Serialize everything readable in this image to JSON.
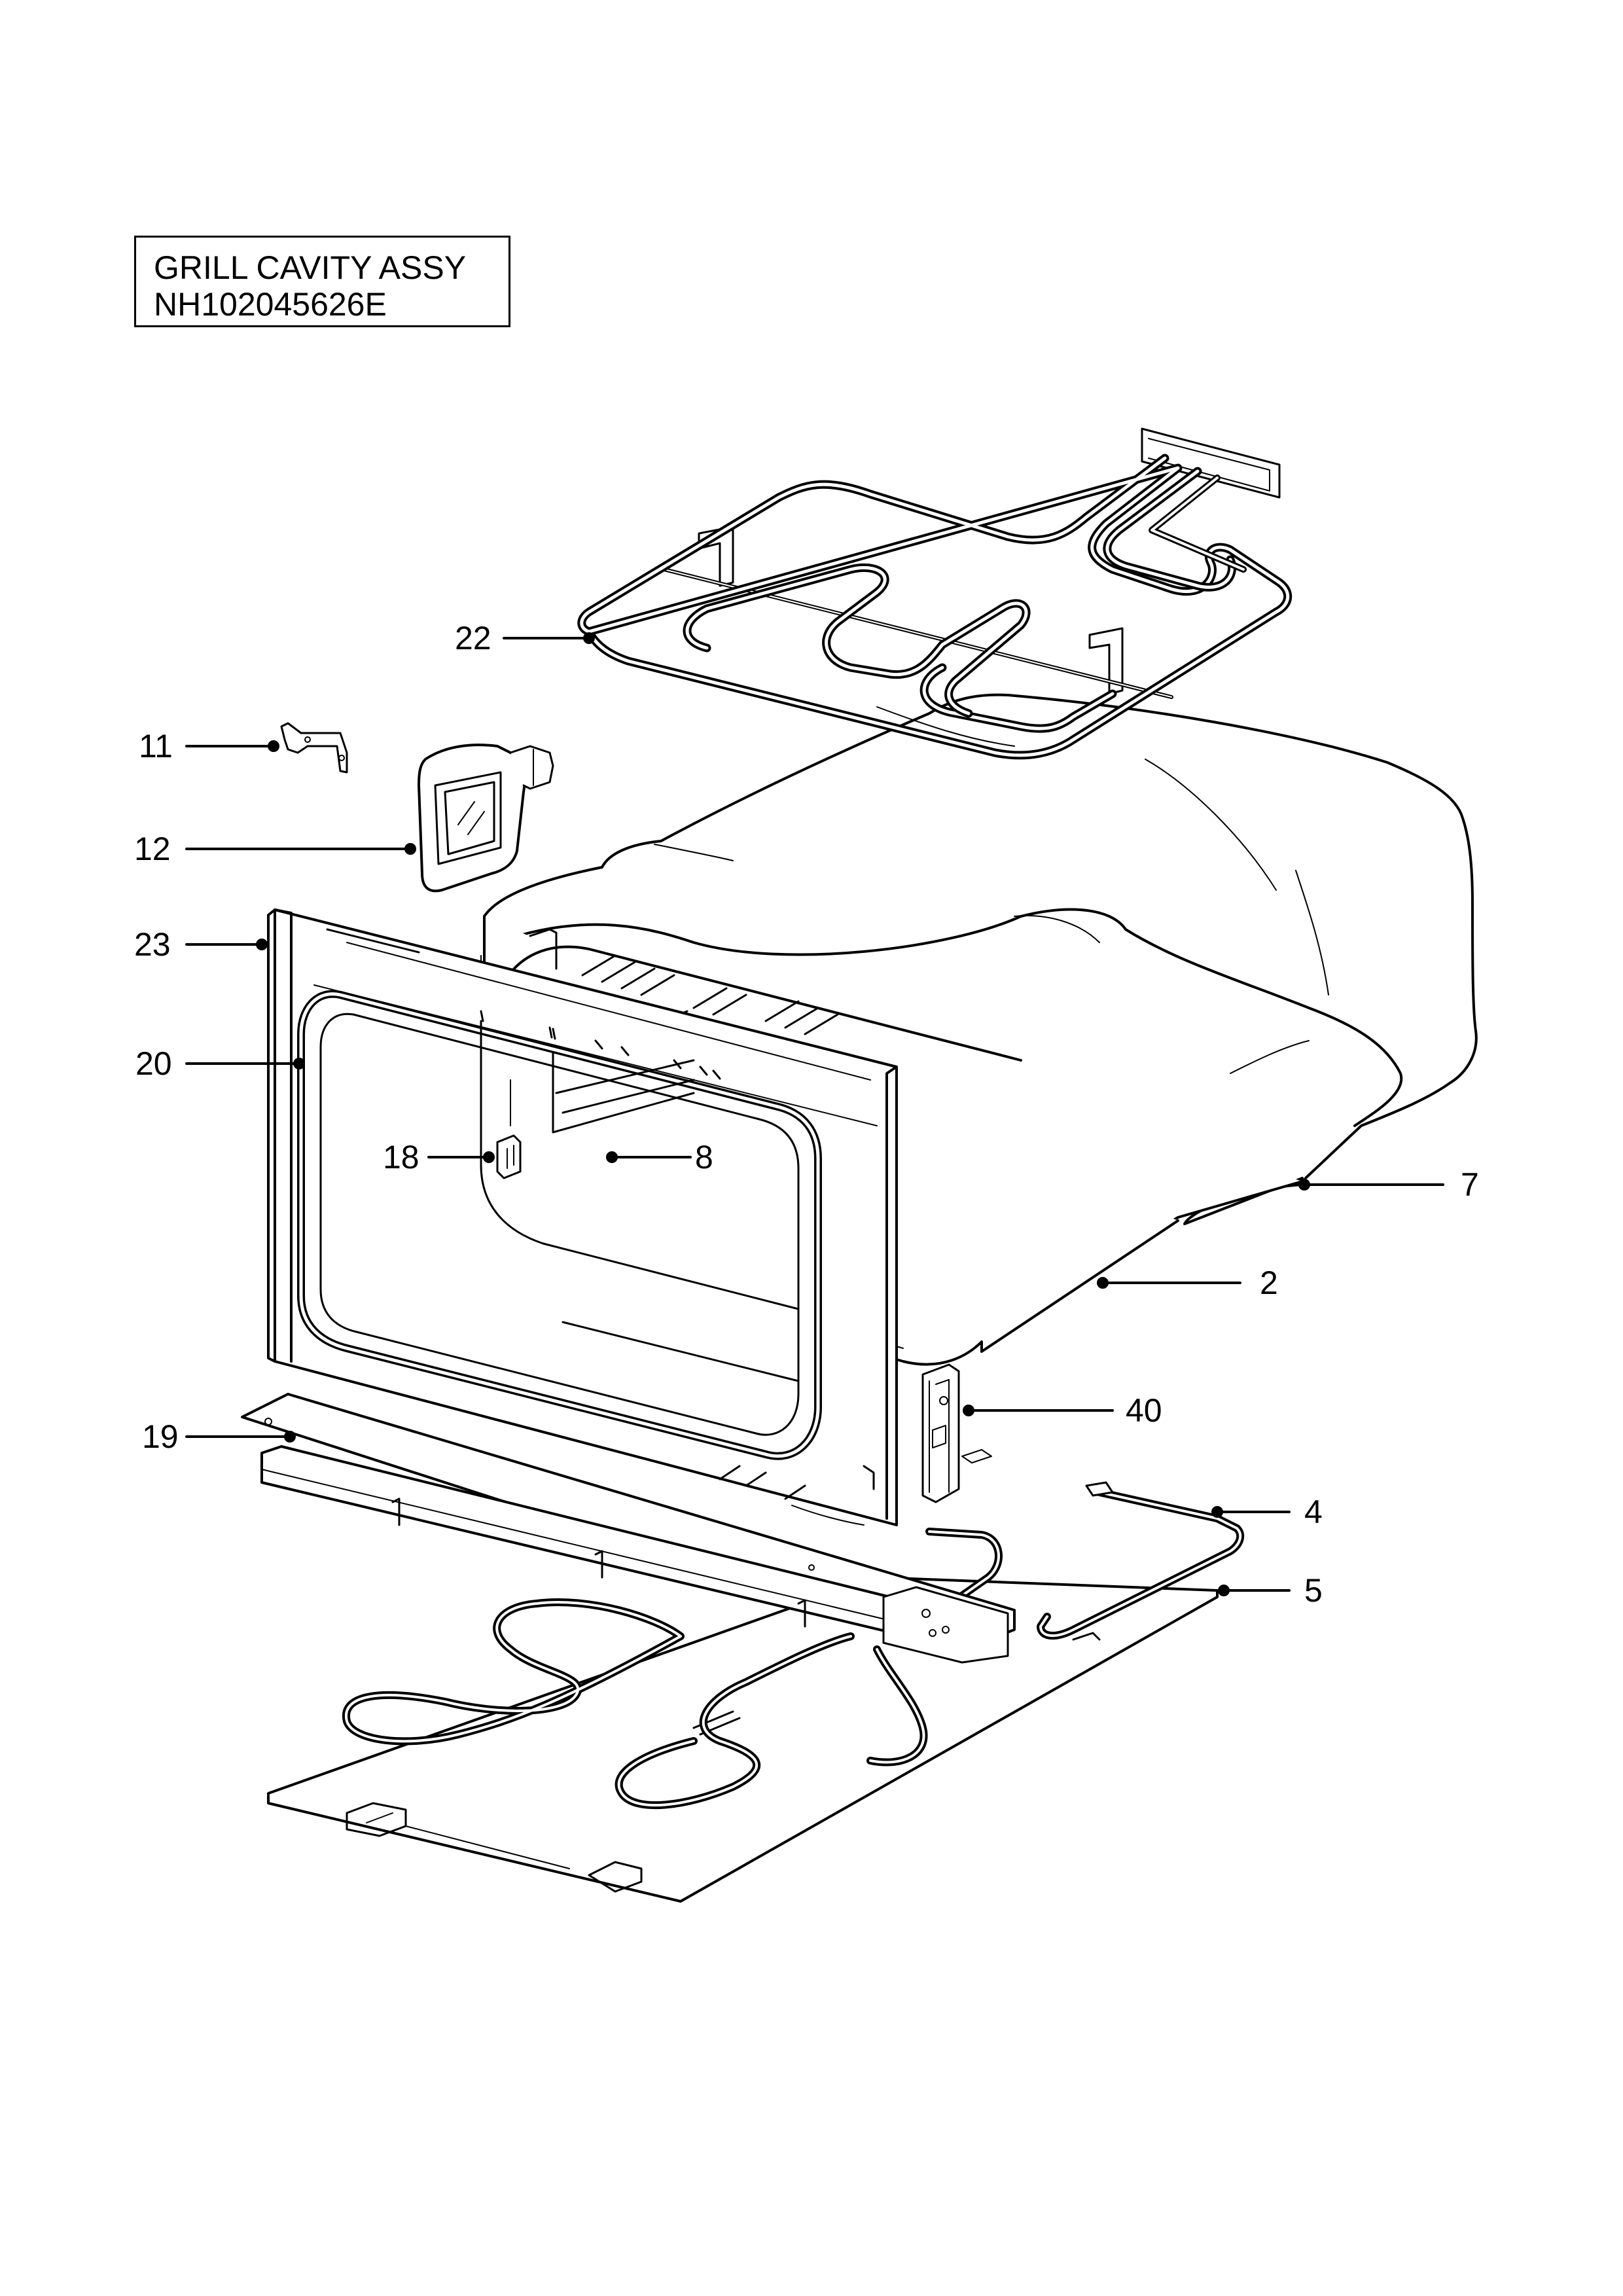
{
  "title": {
    "line1": "GRILL CAVITY ASSY",
    "line2": "NH102045626E"
  },
  "callouts": {
    "p22": "22",
    "p11": "11",
    "p12": "12",
    "p23": "23",
    "p20": "20",
    "p18": "18",
    "p8": "8",
    "p7": "7",
    "p2": "2",
    "p40": "40",
    "p19": "19",
    "p4": "4",
    "p5": "5"
  },
  "colors": {
    "line": "#000000",
    "background": "#ffffff",
    "fill": "#ffffff"
  }
}
